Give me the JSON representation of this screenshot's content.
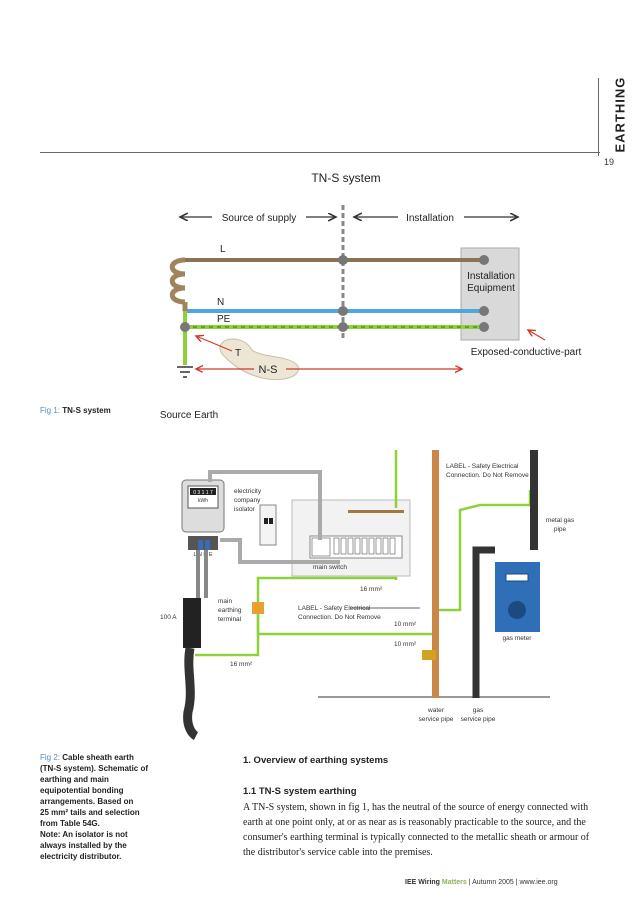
{
  "section_title": "EARTHING",
  "page_number": "19",
  "fig1": {
    "title": "TN-S system",
    "source_label": "Source of supply",
    "install_label": "Installation",
    "conductor_l": "L",
    "conductor_n": "N",
    "conductor_pe": "PE",
    "equipment_line1": "Installation",
    "equipment_line2": "Equipment",
    "exposed_label": "Exposed-conductive-part",
    "t_label": "T",
    "ns_label": "N-S",
    "source_earth": "Source Earth",
    "caption_prefix": "Fig 1:",
    "caption_text": "TN-S system"
  },
  "fig2": {
    "meter_display": "0 3 1 1 7",
    "meter_unit": "kWh",
    "meter_terminals": "L  N  N E",
    "isolator_label_1": "electricity",
    "isolator_label_2": "company",
    "isolator_label_3": "isolator",
    "label_top_1": "LABEL - Safety Electrical",
    "label_top_2": "Connection. Do Not Remove",
    "metal_gas_1": "metal gas",
    "metal_gas_2": "pipe",
    "main_switch": "main switch",
    "size_16_top": "16 mm²",
    "main_earth_1": "main",
    "main_earth_2": "earthing",
    "main_earth_3": "terminal",
    "label_mid_1": "LABEL - Safety Electrical",
    "label_mid_2": "Connection. Do Not Remove",
    "size_10_a": "10 mm²",
    "size_10_b": "10 mm²",
    "gas_meter": "gas meter",
    "fuse_rating": "100 A",
    "size_16_bottom": "16 mm²",
    "water_1": "water",
    "water_2": "service pipe",
    "gas_1": "gas",
    "gas_2": "service pipe",
    "caption_prefix": "Fig 2:",
    "caption_lines": [
      "Cable sheath earth",
      "(TN-S system). Schematic of",
      "earthing and main",
      "equipotential bonding",
      "arrangements. Based on",
      "25 mm² tails and selection",
      "from Table 54G.",
      "Note: An isolator is not",
      "always installed by the",
      "electricity distributor."
    ]
  },
  "body": {
    "heading": "1. Overview of earthing systems",
    "subheading": "1.1   TN-S system earthing",
    "paragraph": "A TN-S system, shown in fig 1, has the neutral of the source of energy connected with earth at one point only, at or as near as is reasonably practicable to the source, and the consumer's earthing terminal is typically connected to the metallic sheath or armour of the distributor's service cable into the premises."
  },
  "footer": {
    "brand": "IEE Wiring",
    "matters": "Matters",
    "issue": "| Autumn 2005 |",
    "url": "www.iee.org"
  },
  "colors": {
    "line_brown": "#8b7355",
    "line_blue": "#4fa8dc",
    "line_green": "#8fd13a",
    "arrow_red": "#d03a2a",
    "caption_blue": "#5a8ab8"
  }
}
